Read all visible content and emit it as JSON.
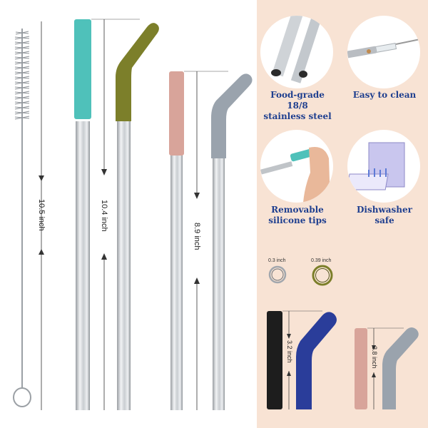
{
  "features": [
    {
      "label_line1": "Food-grade 18/8",
      "label_line2": "stainless steel",
      "icon": "straw-closeup-icon"
    },
    {
      "label_line1": "Easy to clean",
      "label_line2": "",
      "icon": "brush-in-straw-icon"
    },
    {
      "label_line1": "Removable",
      "label_line2": "silicone tips",
      "icon": "hand-removing-tip-icon"
    },
    {
      "label_line1": "Dishwasher safe",
      "label_line2": "",
      "icon": "dishwasher-icon"
    }
  ],
  "dimensions": {
    "brush": "10.5 inch",
    "long_straw": "10.4 inch",
    "short_straw": "8.9 inch",
    "tip_long": "3.2 inch",
    "tip_short": "2.8 inch",
    "diameter_small": "0.3 inch",
    "diameter_large": "0.39 inch"
  },
  "colors": {
    "teal_tip": "#4fc1ba",
    "olive_tip": "#7c7f2a",
    "pink_tip": "#d8a49a",
    "gray_tip": "#9aa3ad",
    "black_tip": "#1d1d1d",
    "navy_tip": "#2a3d9a",
    "label_blue": "#1f3f8f",
    "panel_peach": "#f8e3d4"
  }
}
